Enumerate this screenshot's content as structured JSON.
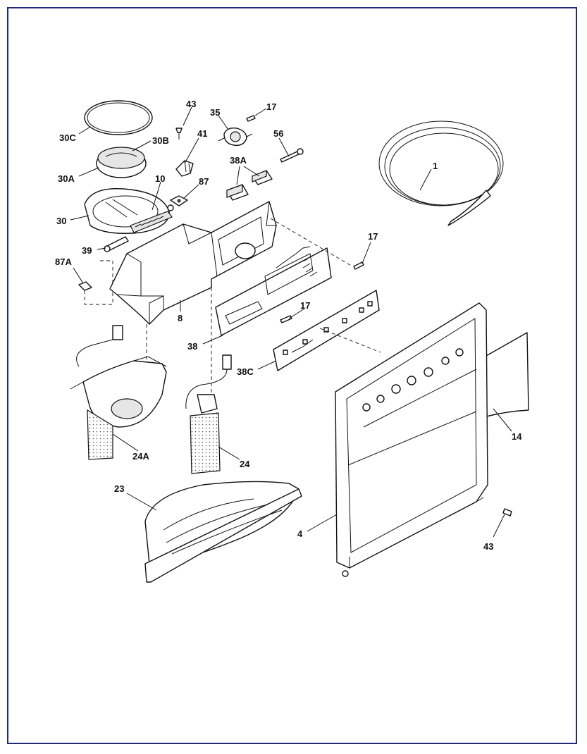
{
  "callouts": {
    "c30C": "30C",
    "c30B": "30B",
    "c30A": "30A",
    "c30": "30",
    "c39": "39",
    "c10": "10",
    "c43top": "43",
    "c41": "41",
    "c87": "87",
    "c35": "35",
    "c17top": "17",
    "c56": "56",
    "c38A": "38A",
    "c1": "1",
    "c17right": "17",
    "c87A": "87A",
    "c8": "8",
    "c17mid": "17",
    "c38": "38",
    "c38C": "38C",
    "c24A": "24A",
    "c24": "24",
    "c14": "14",
    "c23": "23",
    "c4": "4",
    "c43bottom": "43"
  },
  "colors": {
    "frame": "#1e2a7a",
    "ink": "#111111"
  }
}
